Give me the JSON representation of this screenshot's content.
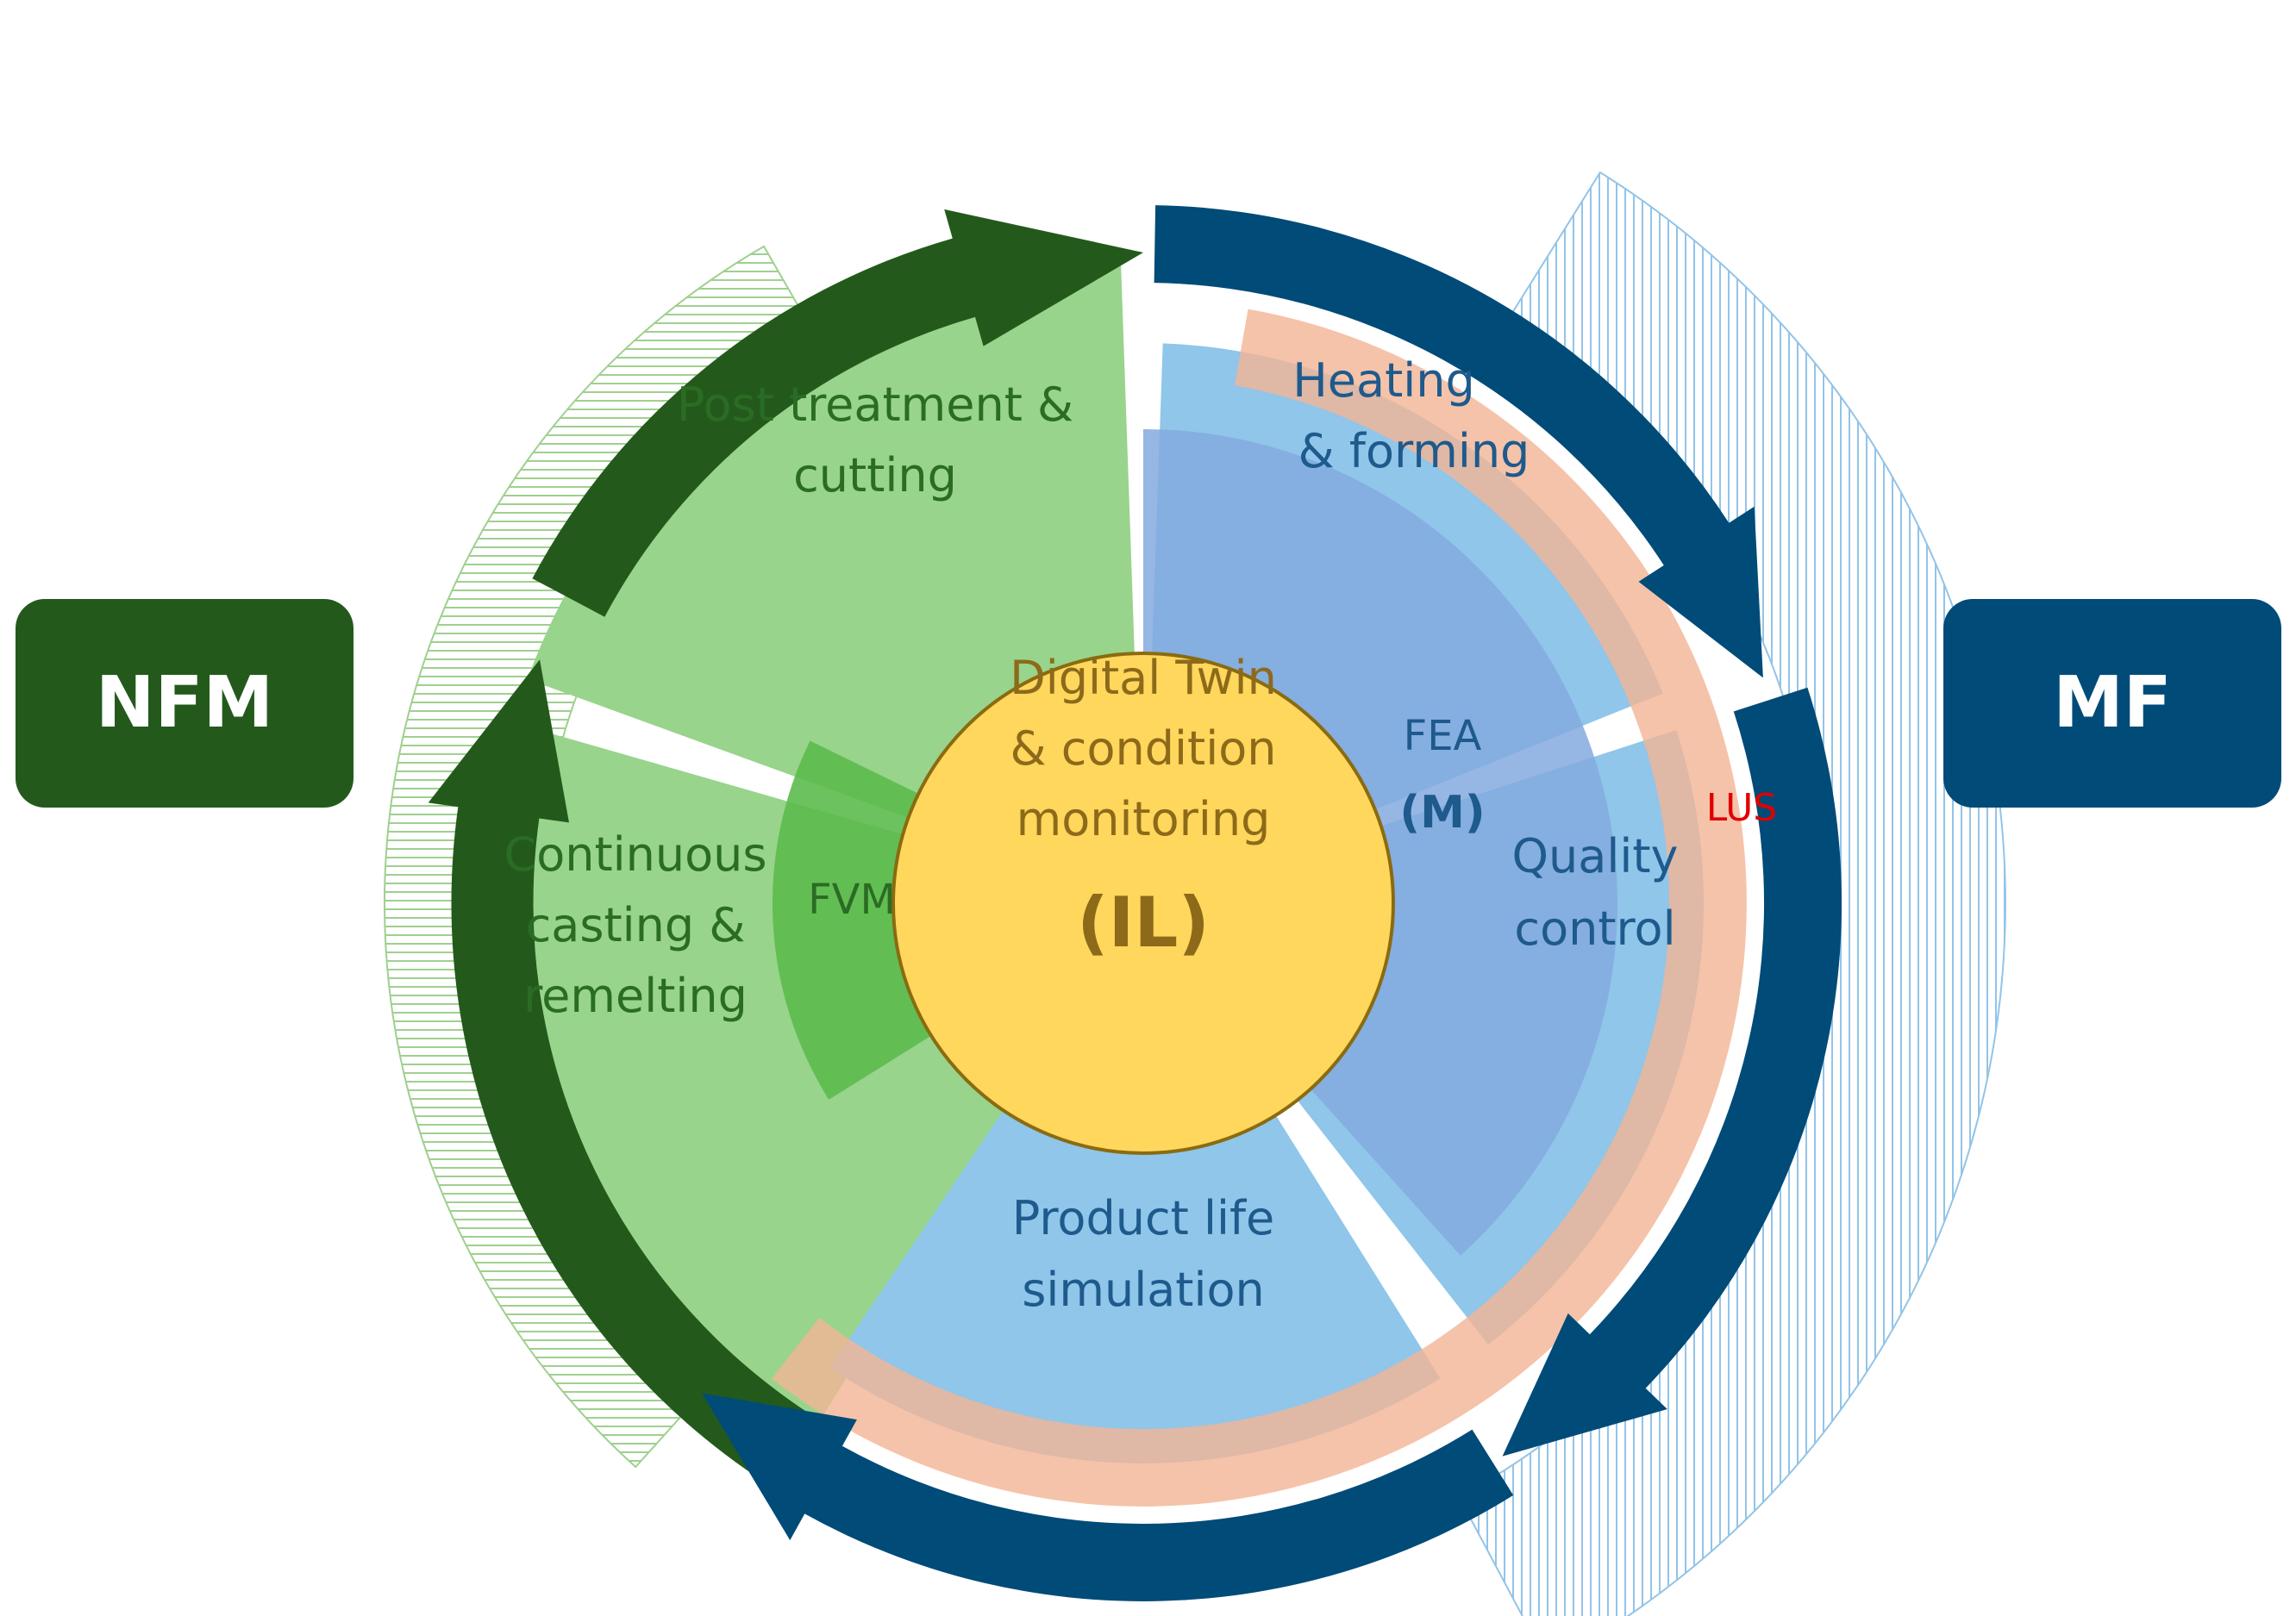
{
  "colors": {
    "nfm_dark": "#235a1c",
    "nfm_light": "#98d48c",
    "nfm_fvm": "#5cbb4c",
    "nfm_text": "#2a6c24",
    "mf_dark": "#004b78",
    "mf_light": "#8fc6ea",
    "mf_fea": "#84a9df",
    "mf_text": "#1e5a8c",
    "lus_band": "#f3b495",
    "lus_text": "#e00000",
    "center_fill": "#ffd75c",
    "center_stroke": "#8a6b10",
    "center_text": "#8d6a1a"
  },
  "boxes": {
    "nfm": "NFM",
    "mf": "MF"
  },
  "center": {
    "line1": "Digital Twin",
    "line2": "& condition",
    "line3": "monitoring",
    "line4": "(IL)"
  },
  "segments": {
    "post_treatment": {
      "line1": "Post treatment &",
      "line2": "cutting"
    },
    "continuous_casting": {
      "line1": "Continuous",
      "line2": "casting &",
      "line3": "remelting"
    },
    "heating_forming": {
      "line1": "Heating",
      "line2": "& forming"
    },
    "quality_control": {
      "line1": "Quality",
      "line2": "control"
    },
    "product_life": {
      "line1": "Product life",
      "line2": "simulation"
    }
  },
  "methods": {
    "fvm": "FVM",
    "fea_line1": "FEA",
    "fea_line2": "(M)",
    "lus": "LUS"
  },
  "icons": [
    "nfm-cycle-arrow-icon",
    "mf-cycle-arrow-icon"
  ]
}
